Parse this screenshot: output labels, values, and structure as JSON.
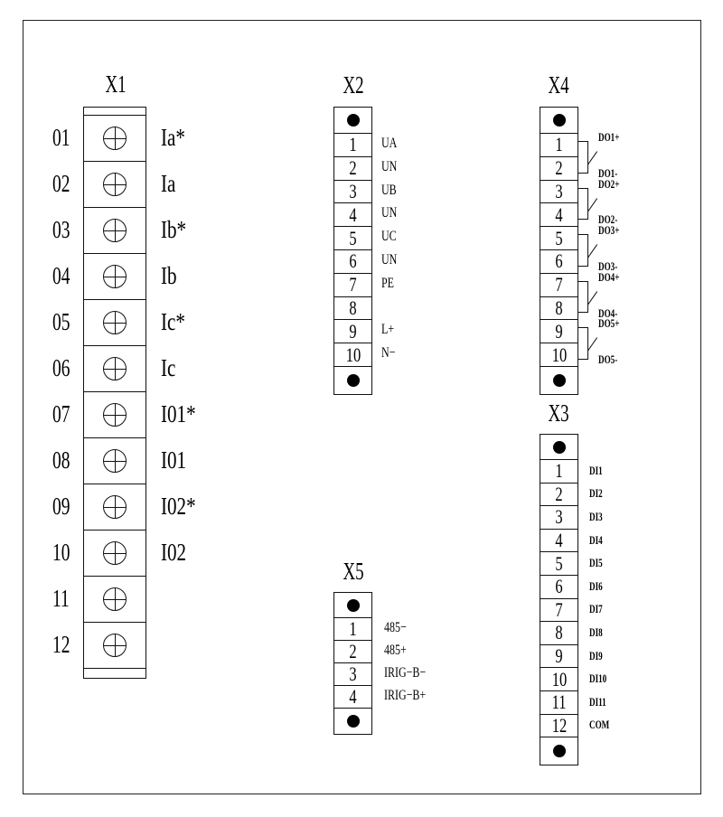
{
  "X1": {
    "title": "X1",
    "rows": [
      {
        "num": "01",
        "signal": "Ia*"
      },
      {
        "num": "02",
        "signal": "Ia"
      },
      {
        "num": "03",
        "signal": "Ib*"
      },
      {
        "num": "04",
        "signal": "Ib"
      },
      {
        "num": "05",
        "signal": "Ic*"
      },
      {
        "num": "06",
        "signal": "Ic"
      },
      {
        "num": "07",
        "signal": "I01*"
      },
      {
        "num": "08",
        "signal": "I01"
      },
      {
        "num": "09",
        "signal": "I02*"
      },
      {
        "num": "10",
        "signal": "I02"
      },
      {
        "num": "11",
        "signal": ""
      },
      {
        "num": "12",
        "signal": ""
      }
    ]
  },
  "X2": {
    "title": "X2",
    "rows": [
      {
        "num": "1",
        "signal": "UA"
      },
      {
        "num": "2",
        "signal": "UN"
      },
      {
        "num": "3",
        "signal": "UB"
      },
      {
        "num": "4",
        "signal": "UN"
      },
      {
        "num": "5",
        "signal": "UC"
      },
      {
        "num": "6",
        "signal": "UN"
      },
      {
        "num": "7",
        "signal": "PE"
      },
      {
        "num": "8",
        "signal": ""
      },
      {
        "num": "9",
        "signal": "L+"
      },
      {
        "num": "10",
        "signal": "N−"
      }
    ]
  },
  "X4": {
    "title": "X4",
    "rows": [
      {
        "num": "1",
        "signal": "DO1+"
      },
      {
        "num": "2",
        "signal": "DO1-"
      },
      {
        "num": "3",
        "signal": "DO2+"
      },
      {
        "num": "4",
        "signal": "DO2-"
      },
      {
        "num": "5",
        "signal": "DO3+"
      },
      {
        "num": "6",
        "signal": "DO3-"
      },
      {
        "num": "7",
        "signal": "DO4+"
      },
      {
        "num": "8",
        "signal": "DO4-"
      },
      {
        "num": "9",
        "signal": "DO5+"
      },
      {
        "num": "10",
        "signal": "DO5-"
      }
    ]
  },
  "X3": {
    "title": "X3",
    "rows": [
      {
        "num": "1",
        "signal": "DI1"
      },
      {
        "num": "2",
        "signal": "DI2"
      },
      {
        "num": "3",
        "signal": "DI3"
      },
      {
        "num": "4",
        "signal": "DI4"
      },
      {
        "num": "5",
        "signal": "DI5"
      },
      {
        "num": "6",
        "signal": "DI6"
      },
      {
        "num": "7",
        "signal": "DI7"
      },
      {
        "num": "8",
        "signal": "DI8"
      },
      {
        "num": "9",
        "signal": "DI9"
      },
      {
        "num": "10",
        "signal": "DI10"
      },
      {
        "num": "11",
        "signal": "DI11"
      },
      {
        "num": "12",
        "signal": "COM"
      }
    ]
  },
  "X5": {
    "title": "X5",
    "rows": [
      {
        "num": "1",
        "signal": "485−"
      },
      {
        "num": "2",
        "signal": "485+"
      },
      {
        "num": "3",
        "signal": "IRIG−B−"
      },
      {
        "num": "4",
        "signal": "IRIG−B+"
      }
    ]
  }
}
